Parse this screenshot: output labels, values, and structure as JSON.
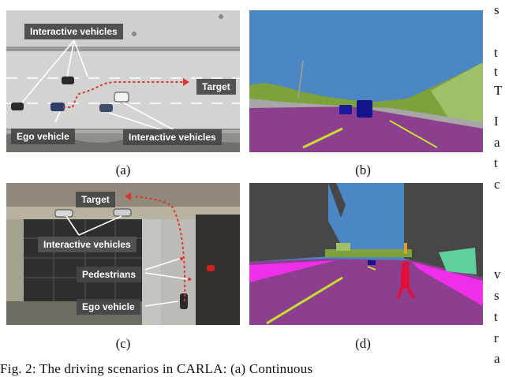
{
  "panels": {
    "a": {
      "caption": "(a)",
      "labels": {
        "interactive_top": "Interactive vehicles",
        "target": "Target",
        "ego": "Ego vehicle",
        "interactive_bottom": "Interactive vehicles"
      }
    },
    "b": {
      "caption": "(b)"
    },
    "c": {
      "caption": "(c)",
      "labels": {
        "target": "Target",
        "interactive": "Interactive vehicles",
        "pedestrians": "Pedestrians",
        "ego": "Ego vehicle"
      }
    },
    "d": {
      "caption": "(d)"
    }
  },
  "figure_caption": "Fig. 2: The driving scenarios in CARLA: (a) Continuous",
  "right_margin_letters": [
    "s",
    "t",
    "t",
    "T",
    "I",
    "a",
    "t",
    "c",
    "v",
    "s",
    "t",
    "r",
    "a"
  ],
  "colors": {
    "road_purple": "#8b3f8e",
    "sky_blue": "#4a87c4",
    "vegetation": "#7da23a",
    "building_gray": "#474747",
    "sidewalk_magenta": "#ee2ee8",
    "pedestrian_red": "#e0103a",
    "vehicle_navy": "#14148a",
    "trajectory_red": "#e03030"
  }
}
